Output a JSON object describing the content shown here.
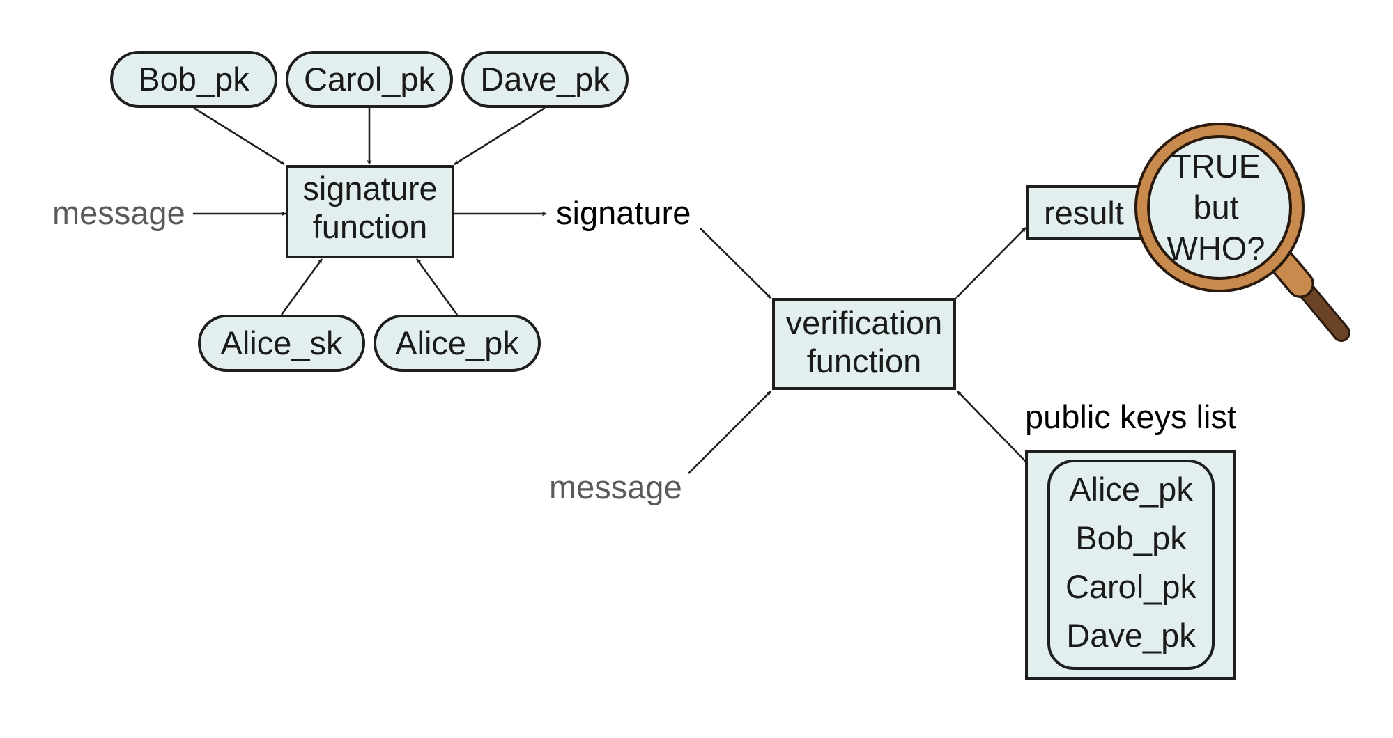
{
  "signing": {
    "pk_inputs": [
      "Bob_pk",
      "Carol_pk",
      "Dave_pk"
    ],
    "message_label": "message",
    "function_line1": "signature",
    "function_line2": "function",
    "key_inputs": [
      "Alice_sk",
      "Alice_pk"
    ],
    "output_label": "signature"
  },
  "verification": {
    "message_label": "message",
    "function_line1": "verification",
    "function_line2": "function",
    "result_label": "result",
    "magnifier_lines": [
      "TRUE",
      "but",
      "WHO?"
    ]
  },
  "public_keys": {
    "title": "public keys list",
    "items": [
      "Alice_pk",
      "Bob_pk",
      "Carol_pk",
      "Dave_pk"
    ]
  },
  "colors": {
    "node_fill": "#e3efef",
    "stroke": "#1e1e1e",
    "grey_text": "#5a5a5a",
    "magnifier_ring": "#c98a4e",
    "magnifier_handle": "#6b4428"
  }
}
